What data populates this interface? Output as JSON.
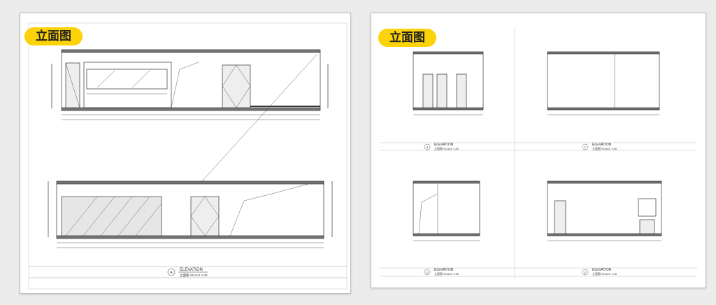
{
  "left_sheet": {
    "badge": "立面图",
    "title": "ELEVATION",
    "subtitle": "立面图  SCALE 1:40",
    "index": "A"
  },
  "right_sheet": {
    "badge": "立面图",
    "views": [
      {
        "title": "ELEVATION",
        "subtitle": "立面图  SCALE 1:40",
        "index": "B"
      },
      {
        "title": "ELEVATION",
        "subtitle": "立面图  SCALE 1:40",
        "index": "C"
      },
      {
        "title": "ELEVATION",
        "subtitle": "立面图  SCALE 1:40",
        "index": "D"
      },
      {
        "title": "ELEVATION",
        "subtitle": "立面图  SCALE 1:40",
        "index": "E"
      }
    ]
  },
  "colors": {
    "badge": "#fcd208",
    "line": "#333333",
    "background": "#ececec"
  }
}
